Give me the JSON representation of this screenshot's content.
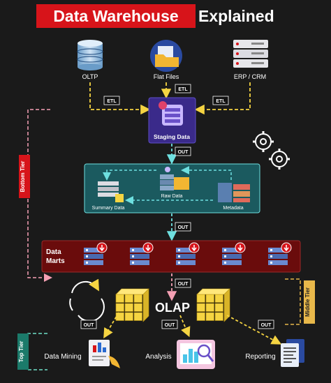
{
  "title": {
    "highlight": "Data Warehouse",
    "rest": "Explained"
  },
  "sources": {
    "oltp": "OLTP",
    "flat_files": "Flat Files",
    "erp_crm": "ERP / CRM"
  },
  "etl_label": "ETL",
  "out_label": "OUT",
  "staging": {
    "label": "Staging Data"
  },
  "raw_data": {
    "label": "Raw Data"
  },
  "summary_data": {
    "label": "Summary Data"
  },
  "metadata": {
    "label": "Metadata"
  },
  "data_marts": {
    "line1": "Data",
    "line2": "Marts"
  },
  "olap": {
    "label": "OLAP"
  },
  "tiers": {
    "bottom": "Bottom Tier",
    "middle": "Middle Tier",
    "top": "Top Tier"
  },
  "outputs": {
    "data_mining": "Data Mining",
    "analysis": "Analysis",
    "reporting": "Reporting"
  },
  "colors": {
    "background": "#1a1a1a",
    "title_red": "#d7141a",
    "arrow_yellow": "#f5d442",
    "teal": "#1b5a5f",
    "teal_border": "#6ee0e0",
    "marts_red": "#6a0c0c",
    "staging_purple": "#3a2a8a",
    "bottom_tier_pink": "#f5a0b4",
    "middle_tier_gold": "#e8b84a",
    "top_tier_green": "#6ee0c8",
    "arrow_cyan": "#6ee0e0"
  }
}
